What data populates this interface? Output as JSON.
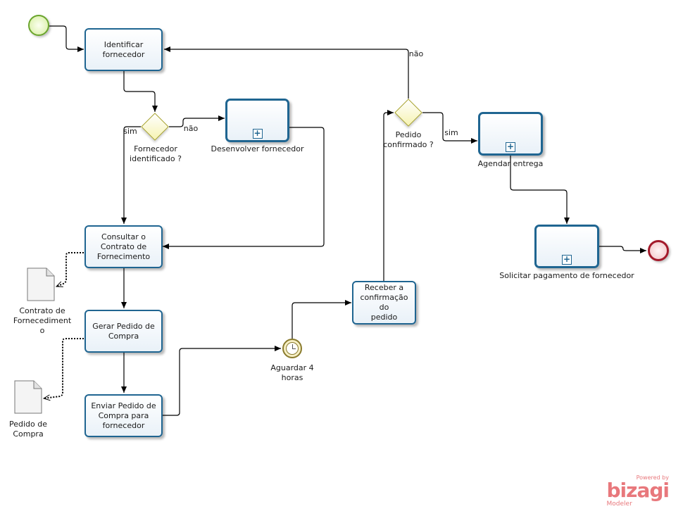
{
  "tasks": {
    "identificar_fornecedor": "Identificar\nfornecedor",
    "consultar_contrato": "Consultar o\nContrato de\nFornecimento",
    "gerar_pedido": "Gerar Pedido de\nCompra",
    "enviar_pedido": "Enviar Pedido de\nCompra  para\nfornecedor",
    "receber_confirmacao": "Receber a\nconfirmação do\npedido"
  },
  "subprocesses": {
    "desenvolver_fornecedor": "Desenvolver fornecedor",
    "agendar_entrega": "Agendar entrega",
    "solicitar_pagamento": "Solicitar  pagamento de fornecedor"
  },
  "gateways": {
    "fornecedor_identificado": "Fornecedor\nidentificado ?",
    "pedido_confirmado": "Pedido\nconfirmado ?"
  },
  "flow_labels": {
    "sim_1": "sim",
    "nao_1": "não",
    "sim_2": "sim",
    "nao_2": "não"
  },
  "timer": {
    "label": "Aguardar 4\nhoras"
  },
  "artifacts": {
    "contrato": "Contrato de\nFornecediment\no",
    "pedido": "Pedido de\nCompra"
  },
  "branding": {
    "powered_by": "Powered by",
    "name": "bizagi",
    "product": "Modeler"
  },
  "colors": {
    "task_border": "#1f6591",
    "gateway_border": "#a7a22a",
    "start_border": "#6aa52c",
    "end_border": "#a3192a",
    "logo": "#e8787c"
  }
}
